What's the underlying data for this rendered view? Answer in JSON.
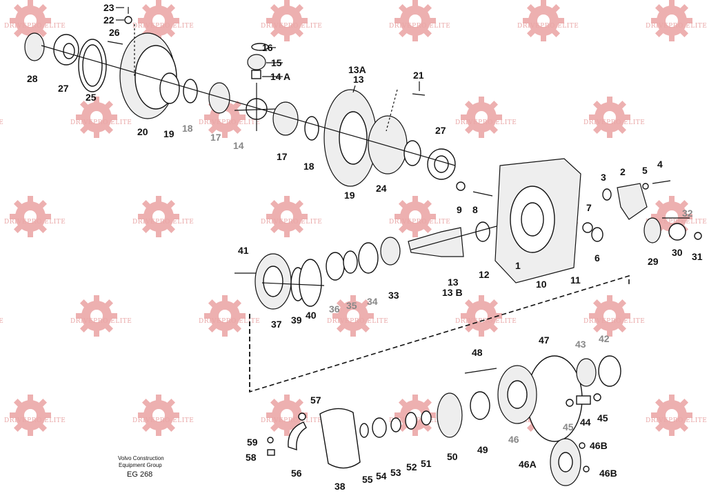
{
  "watermark": {
    "text": "DRIVEPRO ELITE",
    "color": "#e07070"
  },
  "caption": {
    "line1": "Volvo Construction",
    "line2": "Equipment Group",
    "code": "EG 268"
  },
  "labels": {
    "p23": "23",
    "p22": "22",
    "p26": "26",
    "p28": "28",
    "p27a": "27",
    "p25": "25",
    "p16": "16",
    "p15": "15",
    "p14a": "14 A",
    "p13a": "13A",
    "p13": "13",
    "p21": "21",
    "p20": "20",
    "p19a": "19",
    "p18a": "18",
    "p17a": "17",
    "p14": "14",
    "p17b": "17",
    "p18b": "18",
    "p19b": "19",
    "p24": "24",
    "p27b": "27",
    "p3": "3",
    "p2": "2",
    "p5": "5",
    "p4": "4",
    "p9": "9",
    "p8": "8",
    "p7": "7",
    "p32": "32",
    "p6": "6",
    "p29": "29",
    "p30": "30",
    "p31": "31",
    "p1": "1",
    "p10": "10",
    "p11": "11",
    "p41": "41",
    "p12": "12",
    "p13c": "13",
    "p13b": "13 B",
    "p33": "33",
    "p34": "34",
    "p35": "35",
    "p36": "36",
    "p37": "37",
    "p39": "39",
    "p40": "40",
    "p47": "47",
    "p43": "43",
    "p42": "42",
    "p48": "48",
    "p44": "44",
    "p45a": "45",
    "p45b": "45",
    "p46": "46",
    "p46b1": "46B",
    "p46a": "46A",
    "p46b2": "46B",
    "p57": "57",
    "p59": "59",
    "p58": "58",
    "p56": "56",
    "p38": "38",
    "p55": "55",
    "p54": "54",
    "p53": "53",
    "p52": "52",
    "p51": "51",
    "p50": "50",
    "p49": "49"
  }
}
